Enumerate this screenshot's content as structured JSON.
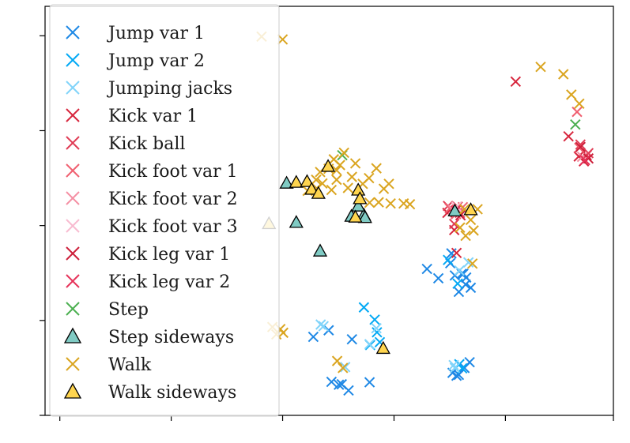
{
  "chart_data": {
    "type": "scatter",
    "title": "",
    "xlabel": "",
    "ylabel": "",
    "xlim": [
      0,
      100
    ],
    "ylim": [
      0,
      100
    ],
    "grid": false,
    "legend_position": "top-left",
    "series": [
      {
        "name": "Jump var 1",
        "marker": "x",
        "color": "#1e88e5",
        "points": [
          [
            71.3,
            37.2
          ],
          [
            73.6,
            34.6
          ],
          [
            74.0,
            32.0
          ],
          [
            74.9,
            31.2
          ],
          [
            72.1,
            34.2
          ],
          [
            67.2,
            35.8
          ],
          [
            69.2,
            33.5
          ],
          [
            72.8,
            30.2
          ],
          [
            74.1,
            33.7
          ],
          [
            73.3,
            34.6
          ],
          [
            71.5,
            39.6
          ],
          [
            49.9,
            20.8
          ],
          [
            47.2,
            19.2
          ],
          [
            54.0,
            18.6
          ],
          [
            51.7,
            7.5
          ],
          [
            50.4,
            8.2
          ],
          [
            52.2,
            7.6
          ],
          [
            53.4,
            6.1
          ],
          [
            57.1,
            8.1
          ],
          [
            71.7,
            10.4
          ],
          [
            72.4,
            9.7
          ],
          [
            73.8,
            11.6
          ],
          [
            74.7,
            13.0
          ],
          [
            72.8,
            9.9
          ]
        ]
      },
      {
        "name": "Jump var 2",
        "marker": "x",
        "color": "#03a9f4",
        "points": [
          [
            56.1,
            26.4
          ],
          [
            58.0,
            23.4
          ],
          [
            58.4,
            20.3
          ],
          [
            57.2,
            17.2
          ],
          [
            72.6,
            32.2
          ],
          [
            70.9,
            38.0
          ],
          [
            58.9,
            17.9
          ],
          [
            73.4,
            11.5
          ],
          [
            72.9,
            12.5
          ]
        ]
      },
      {
        "name": "Jumping jacks",
        "marker": "x",
        "color": "#81d4fa",
        "points": [
          [
            49.0,
            21.8
          ],
          [
            48.5,
            22.2
          ],
          [
            52.8,
            11.8
          ],
          [
            57.1,
            17.4
          ],
          [
            58.3,
            21.3
          ],
          [
            72.9,
            35.4
          ],
          [
            74.5,
            37.4
          ],
          [
            71.9,
            12.3
          ],
          [
            72.1,
            11.6
          ]
        ]
      },
      {
        "name": "Kick var 1",
        "marker": "x",
        "color": "#d7263d",
        "points": [
          [
            82.8,
            81.6
          ],
          [
            92.1,
            68.2
          ],
          [
            93.9,
            63.3
          ],
          [
            94.8,
            62.1
          ],
          [
            95.3,
            63.6
          ],
          [
            71.4,
            50.4
          ],
          [
            72.0,
            45.3
          ],
          [
            72.4,
            39.7
          ],
          [
            70.8,
            49.5
          ]
        ]
      },
      {
        "name": "Kick ball",
        "marker": "x",
        "color": "#e03c55",
        "points": [
          [
            94.2,
            66.2
          ],
          [
            95.6,
            64.1
          ],
          [
            72.6,
            51.0
          ],
          [
            73.0,
            49.5
          ],
          [
            70.9,
            51.2
          ],
          [
            72.0,
            46.8
          ]
        ]
      },
      {
        "name": "Kick foot var 1",
        "marker": "x",
        "color": "#f06070",
        "points": [
          [
            93.6,
            74.2
          ],
          [
            94.0,
            65.4
          ],
          [
            71.2,
            50.6
          ],
          [
            73.5,
            50.9
          ],
          [
            72.3,
            49.2
          ]
        ]
      },
      {
        "name": "Kick foot var 2",
        "marker": "x",
        "color": "#f48fa3",
        "points": [
          [
            94.5,
            63.2
          ],
          [
            71.8,
            50.2
          ]
        ]
      },
      {
        "name": "Kick foot var 3",
        "marker": "x",
        "color": "#f8bbd0",
        "points": [
          [
            72.4,
            51.0
          ]
        ]
      },
      {
        "name": "Kick leg var 1",
        "marker": "x",
        "color": "#cc1f3a",
        "points": [
          [
            95.6,
            62.8
          ],
          [
            94.2,
            65.6
          ],
          [
            73.1,
            48.9
          ]
        ]
      },
      {
        "name": "Kick leg var 2",
        "marker": "x",
        "color": "#e6335a",
        "points": [
          [
            95.0,
            62.4
          ],
          [
            72.3,
            50.1
          ]
        ]
      },
      {
        "name": "Step",
        "marker": "x",
        "color": "#4caf50",
        "points": [
          [
            93.3,
            71.1
          ],
          [
            52.3,
            63.6
          ]
        ]
      },
      {
        "name": "Step sideways",
        "marker": "triangle",
        "color": "#80cbc4",
        "points": [
          [
            72.1,
            50.0
          ],
          [
            53.9,
            48.7
          ],
          [
            56.1,
            49.0
          ],
          [
            55.1,
            51.2
          ],
          [
            56.3,
            48.4
          ],
          [
            48.4,
            40.2
          ],
          [
            44.2,
            47.2
          ],
          [
            42.5,
            56.8
          ]
        ]
      },
      {
        "name": "Walk",
        "marker": "x",
        "color": "#daa520",
        "points": [
          [
            38.1,
            92.6
          ],
          [
            41.8,
            91.9
          ],
          [
            91.2,
            83.4
          ],
          [
            87.2,
            85.2
          ],
          [
            92.6,
            78.4
          ],
          [
            94.0,
            76.2
          ],
          [
            52.6,
            64.2
          ],
          [
            50.8,
            62.6
          ],
          [
            51.9,
            61.2
          ],
          [
            54.6,
            61.6
          ],
          [
            57.0,
            58.0
          ],
          [
            58.3,
            60.4
          ],
          [
            60.5,
            56.6
          ],
          [
            59.6,
            55.4
          ],
          [
            57.1,
            52.0
          ],
          [
            58.7,
            52.1
          ],
          [
            60.8,
            51.8
          ],
          [
            63.1,
            51.8
          ],
          [
            64.2,
            51.6
          ],
          [
            55.9,
            56.6
          ],
          [
            50.4,
            55.1
          ],
          [
            47.8,
            55.5
          ],
          [
            48.8,
            56.7
          ],
          [
            46.2,
            54.9
          ],
          [
            47.7,
            57.6
          ],
          [
            51.3,
            57.6
          ],
          [
            49.9,
            60.3
          ],
          [
            51.3,
            59.9
          ],
          [
            48.4,
            59.5
          ],
          [
            53.3,
            55.6
          ],
          [
            54.0,
            58.3
          ],
          [
            73.8,
            50.4
          ],
          [
            74.9,
            47.8
          ],
          [
            73.0,
            45.9
          ],
          [
            75.4,
            45.2
          ],
          [
            76.1,
            50.4
          ],
          [
            75.2,
            37.1
          ],
          [
            74.0,
            43.9
          ],
          [
            40.0,
            21.6
          ],
          [
            40.7,
            19.8
          ],
          [
            41.4,
            21.1
          ],
          [
            41.9,
            20.2
          ],
          [
            52.4,
            11.6
          ],
          [
            51.4,
            13.3
          ]
        ]
      },
      {
        "name": "Walk sideways",
        "marker": "triangle",
        "color": "#ffd54f",
        "points": [
          [
            49.8,
            60.9
          ],
          [
            44.2,
            57.0
          ],
          [
            46.1,
            57.2
          ],
          [
            46.9,
            55.3
          ],
          [
            48.1,
            54.3
          ],
          [
            55.1,
            55.1
          ],
          [
            55.4,
            53.0
          ],
          [
            54.6,
            48.5
          ],
          [
            39.4,
            46.9
          ],
          [
            74.9,
            50.3
          ],
          [
            59.5,
            16.4
          ]
        ]
      }
    ]
  }
}
